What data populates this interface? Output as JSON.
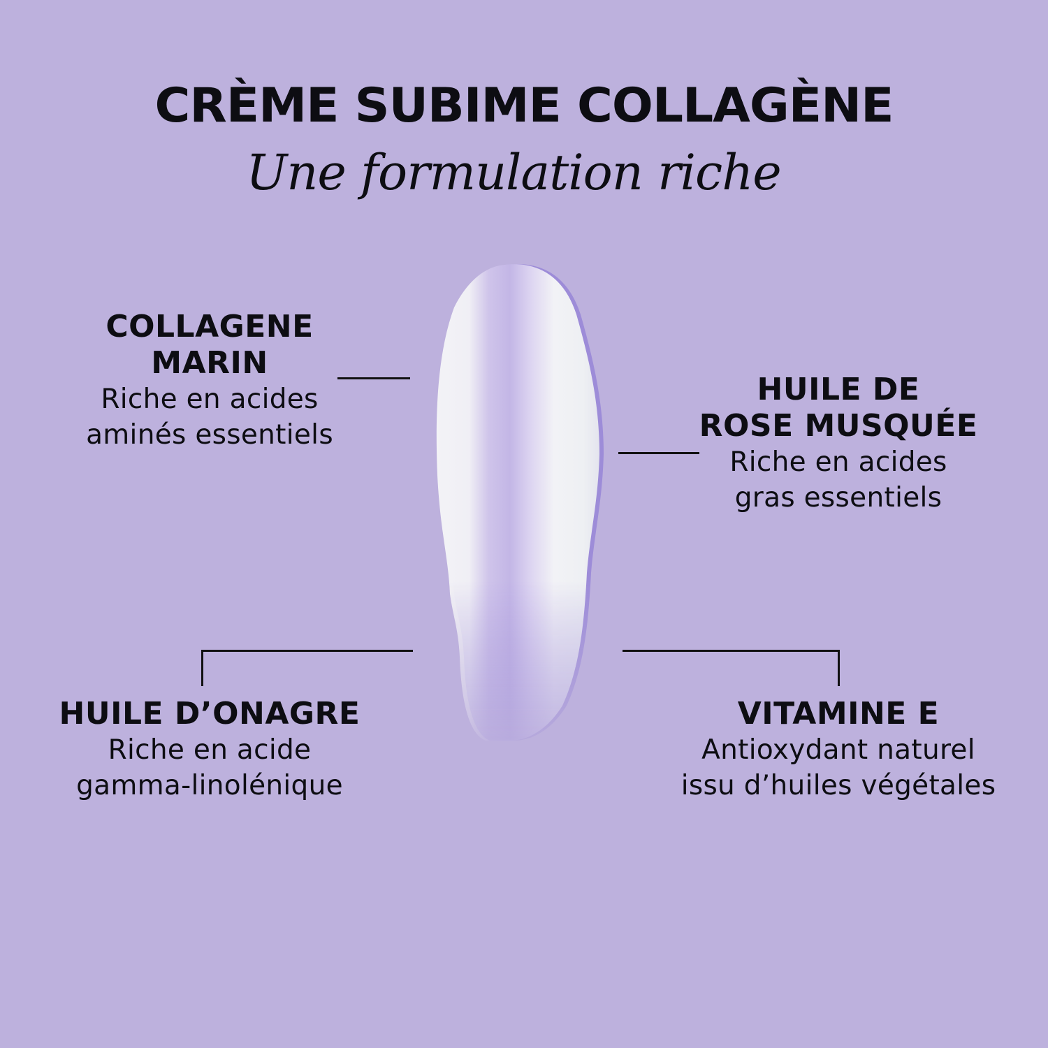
{
  "header": {
    "title": "CRÈME SUBIME COLLAGÈNE",
    "subtitle": "Une formulation riche"
  },
  "ingredients": [
    {
      "name_lines": [
        "COLLAGENE",
        "MARIN"
      ],
      "desc_lines": [
        "Riche en acides",
        "aminés essentiels"
      ]
    },
    {
      "name_lines": [
        "HUILE DE",
        "ROSE MUSQUÉE"
      ],
      "desc_lines": [
        "Riche en acides",
        "gras essentiels"
      ]
    },
    {
      "name_lines": [
        "HUILE D’ONAGRE"
      ],
      "desc_lines": [
        "Riche en acide",
        "gamma-linolénique"
      ]
    },
    {
      "name_lines": [
        "VITAMINE E"
      ],
      "desc_lines": [
        "Antioxydant naturel",
        "issu d’huiles végétales"
      ]
    }
  ],
  "colors": {
    "background": "#bdb1dd",
    "text": "#0d0d12",
    "cream": "#f1f1f4",
    "cream_shadow": "#9c8ad6"
  },
  "image": {
    "swatch": "cream-swatch-illustration"
  }
}
